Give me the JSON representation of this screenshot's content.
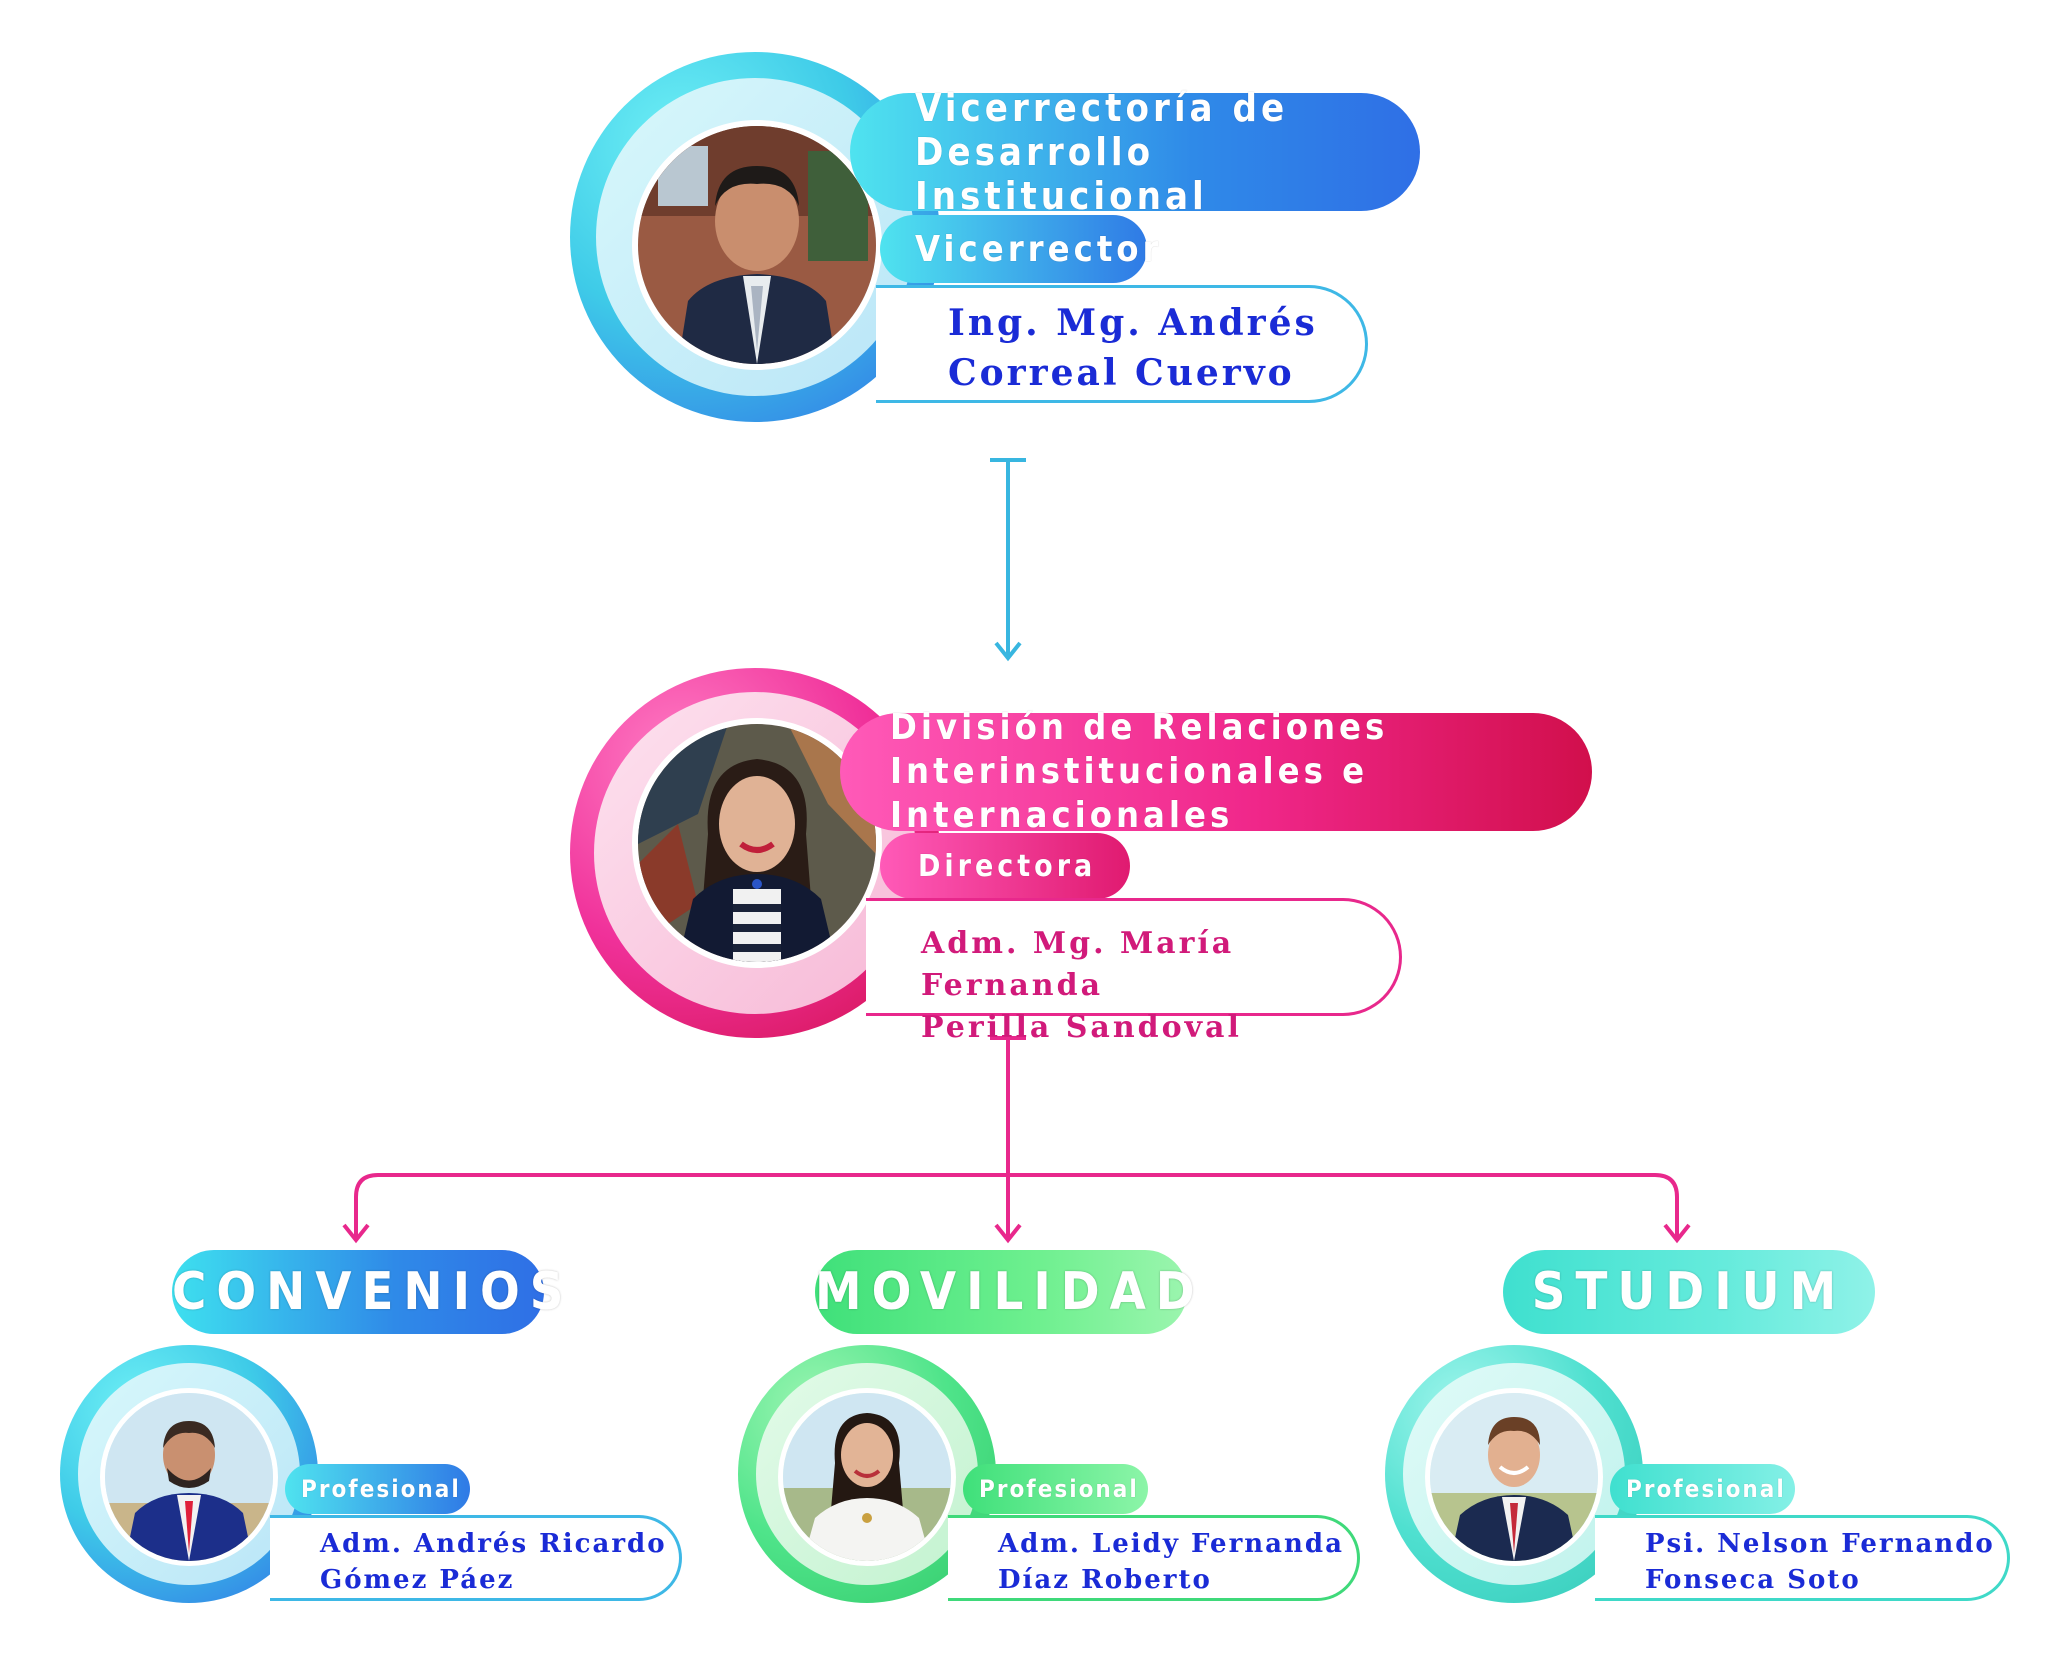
{
  "colors": {
    "blue_a": "#3ee0e8",
    "blue_b": "#2f6fe6",
    "pink_a": "#ff4fb0",
    "pink_b": "#d10f5c",
    "green_a": "#3fe07a",
    "green_b": "#8cf5a8",
    "teal_a": "#3fe0cf",
    "teal_b": "#84f0e6",
    "blue_text": "#1a2bd6",
    "pink_text": "#d11a7a",
    "arrow_blue": "#38b6e0",
    "arrow_pink": "#e8288c"
  },
  "top": {
    "department": [
      "Vicerrectoría de",
      "Desarrollo Institucional"
    ],
    "role": "Vicerrector",
    "name": [
      "Ing. Mg. Andrés",
      "Correal Cuervo"
    ],
    "photo_icon": "person-photo-man-suit"
  },
  "middle": {
    "department": [
      "División de Relaciones",
      "Interinstitucionales e Internacionales"
    ],
    "role": "Directora",
    "name": [
      "Adm. Mg. María Fernanda",
      "Perilla Sandoval"
    ],
    "photo_icon": "person-photo-woman"
  },
  "branches": [
    {
      "category": "CONVENIOS",
      "role": "Profesional",
      "name": [
        "Adm. Andrés Ricardo",
        "Gómez Páez"
      ],
      "photo_icon": "person-photo-man-red-tie"
    },
    {
      "category": "MOVILIDAD",
      "role": "Profesional",
      "name": [
        "Adm. Leidy Fernanda",
        "Díaz Roberto"
      ],
      "photo_icon": "person-photo-woman-white"
    },
    {
      "category": "STUDIUM",
      "role": "Profesional",
      "name": [
        "Psi. Nelson Fernando",
        "Fonseca Soto"
      ],
      "photo_icon": "person-photo-man-smiling"
    }
  ]
}
